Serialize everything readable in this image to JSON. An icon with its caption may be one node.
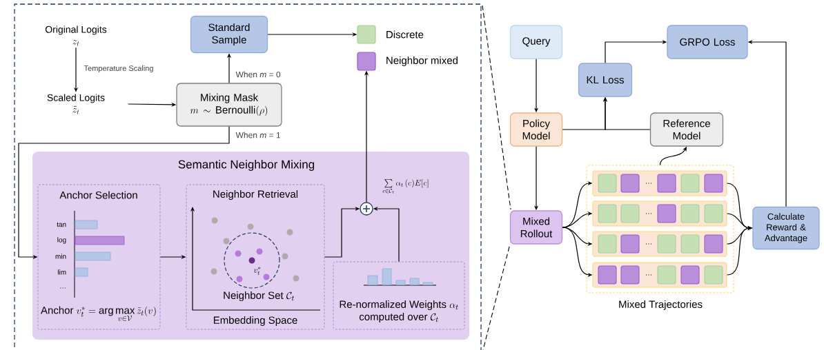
{
  "diagram": {
    "nodes": [
      {
        "text": [
          "Original Logits",
          "z_t"
        ]
      },
      {
        "text": [
          "Scaled Logits",
          "\\tilde{z}_t"
        ]
      },
      {
        "text": [
          "Standard Sample"
        ]
      },
      {
        "text": [
          "Mixing Mask",
          "m \\sim \\mathrm{Bernoulli}(\\rho)"
        ]
      },
      {
        "text": [
          "Discrete"
        ]
      },
      {
        "text": [
          "Neighbor mixed"
        ]
      },
      {
        "text": [
          "Semantic Neighbor Mixing"
        ]
      },
      {
        "text": [
          "Anchor Selection",
          "Anchor",
          "v_t^* = \\arg\\max\\limits_{v\\in\\mathcal{V}} \\tilde{z}_t(v)"
        ],
        "in": 6
      },
      {
        "text": [
          "Neighbor Retrieval",
          "Neighbor Set",
          "\\mathcal{C}_t",
          "Embedding Space"
        ],
        "in": 6
      },
      {
        "text": [
          "Re-normalized Weights",
          "\\alpha_t",
          "computed over",
          "\\mathcal{C}_t"
        ],
        "in": 6
      },
      {
        "text": [],
        "shape": "circle",
        "in": 6,
        "beside": [
          "\\sum\\limits_{c\\in\\mathcal{C}_t}\\alpha_t\\,(c)E[c]"
        ]
      },
      {
        "text": [
          "Query"
        ]
      },
      {
        "text": [
          "Policy Model"
        ]
      },
      {
        "text": [
          "KL Loss"
        ]
      },
      {
        "text": [
          "GRPO Loss"
        ]
      },
      {
        "text": [
          "Reference Model"
        ]
      },
      {
        "text": [
          "Mixed Rollout"
        ]
      },
      {
        "text": [
          "Mixed Trajectories"
        ]
      },
      {
        "text": [],
        "shape": "box",
        "in": 17
      },
      {
        "text": [],
        "shape": "box",
        "in": 17
      },
      {
        "text": [],
        "shape": "box",
        "in": 17
      },
      {
        "text": [],
        "shape": "box",
        "in": 17
      },
      {
        "text": [
          "Calculate Reward & Advantage"
        ]
      }
    ],
    "edges": [
      {
        "from": 0,
        "to": 1,
        "arrow": "to",
        "label": "Temperature Scaling"
      },
      {
        "from": 1,
        "to": 3,
        "arrow": "to"
      },
      {
        "from": 3,
        "to": 2,
        "arrow": "to",
        "label": "When *m* = 0"
      },
      {
        "from": 2,
        "to": 4,
        "arrow": "to"
      },
      {
        "from": 3,
        "to": 7,
        "arrow": "to",
        "label": "When *m* = 1"
      },
      {
        "from": 7,
        "to": 8,
        "arrow": "to"
      },
      {
        "from": 8,
        "to": 10,
        "arrow": "to"
      },
      {
        "from": 9,
        "to": 10,
        "arrow": "to"
      },
      {
        "from": 10,
        "to": 5,
        "arrow": "to"
      },
      {
        "from": 11,
        "to": 12,
        "arrow": "to"
      },
      {
        "from": 12,
        "to": 16,
        "arrow": "to"
      },
      {
        "from": 12,
        "to": 13,
        "arrow": "to"
      },
      {
        "from": 15,
        "to": 13,
        "arrow": "to"
      },
      {
        "from": 13,
        "to": 14,
        "arrow": "to"
      },
      {
        "from": 17,
        "to": 15,
        "arrow": "to"
      },
      {
        "from": 16,
        "to": 18,
        "arrow": "to"
      },
      {
        "from": 16,
        "to": 19,
        "arrow": "to"
      },
      {
        "from": 16,
        "to": 20,
        "arrow": "to"
      },
      {
        "from": 16,
        "to": 21,
        "arrow": "to"
      },
      {
        "from": 18,
        "to": 22,
        "arrow": "to"
      },
      {
        "from": 19,
        "to": 22,
        "arrow": "to"
      },
      {
        "from": 20,
        "to": 22,
        "arrow": "to"
      },
      {
        "from": 21,
        "to": 22,
        "arrow": "to"
      },
      {
        "from": 22,
        "to": 14,
        "arrow": "to"
      }
    ],
    "labels": [
      "tan",
      "log",
      "min",
      "lim",
      "…",
      "v_t^*",
      "…",
      "…",
      "…",
      "…"
    ]
  }
}
